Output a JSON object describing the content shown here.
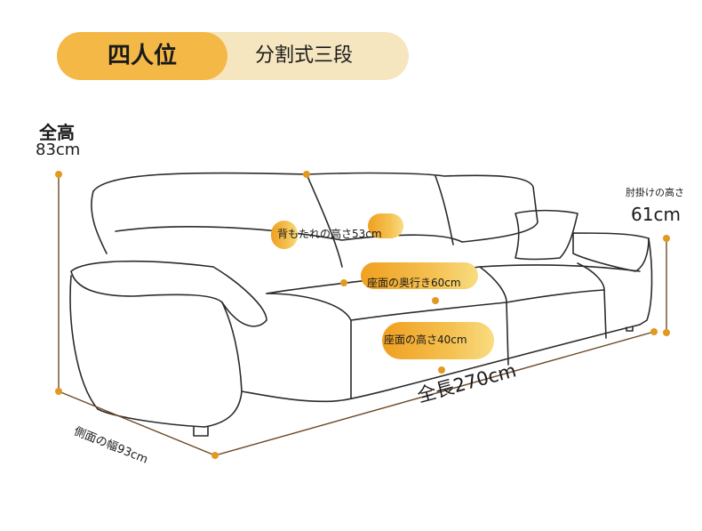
{
  "header": {
    "primary": "四人位",
    "secondary": "分割式三段"
  },
  "dimensions": {
    "height_title": "全高",
    "height_value": "83cm",
    "armrest_title": "肘掛けの高さ",
    "armrest_value": "61cm",
    "backrest": "背もたれの高さ53cm",
    "seat_depth": "座面の奥行き60cm",
    "seat_height": "座面の高さ40cm",
    "total_length": "全長270cm",
    "side_width": "側面の幅93cm"
  },
  "colors": {
    "accent": "#f4b847",
    "accent_light": "#f6e6c0",
    "dot": "#e19a1f",
    "line": "#6b4a2a"
  }
}
